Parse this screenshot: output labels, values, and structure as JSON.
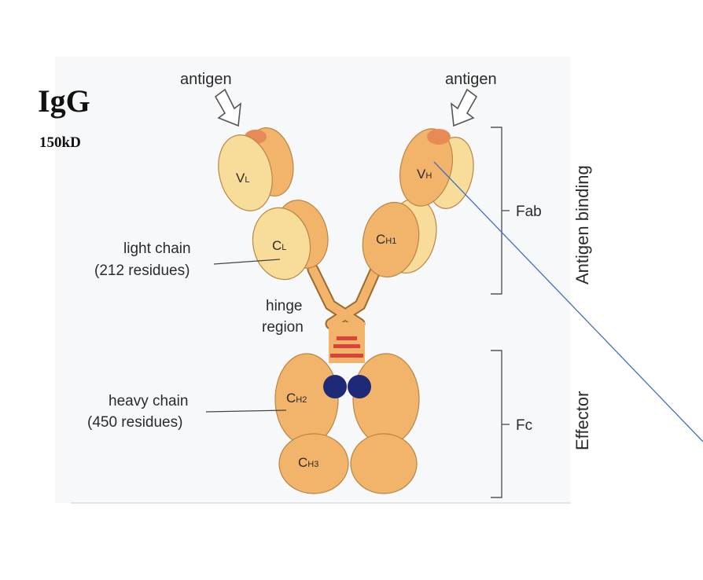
{
  "title": "IgG",
  "mass": "150kD",
  "labels": {
    "antigen_left": "antigen",
    "antigen_right": "antigen",
    "light_chain_line1": "light chain",
    "light_chain_line2": "(212 residues)",
    "heavy_chain_line1": "heavy chain",
    "heavy_chain_line2": "(450 residues)",
    "hinge_line1": "hinge",
    "hinge_line2": "region",
    "fab": "Fab",
    "fc": "Fc",
    "antigen_binding": "Antigen binding",
    "effector": "Effector"
  },
  "domains": {
    "vl": {
      "main": "V",
      "sub": "L"
    },
    "cl": {
      "main": "C",
      "sub": "L"
    },
    "vh": {
      "main": "V",
      "sub": "H"
    },
    "ch1": {
      "main": "C",
      "sub": "H1"
    },
    "ch2": {
      "main": "C",
      "sub": "H2"
    },
    "ch3": {
      "main": "C",
      "sub": "H3"
    }
  },
  "colors": {
    "heavy_chain": "#f2b36a",
    "light_chain": "#f8dd9a",
    "variable_tip": "#e88a55",
    "disulfide_bond": "#d8443a",
    "carbohydrate": "#1e2a78",
    "pointer_line": "#3f6fc4"
  }
}
